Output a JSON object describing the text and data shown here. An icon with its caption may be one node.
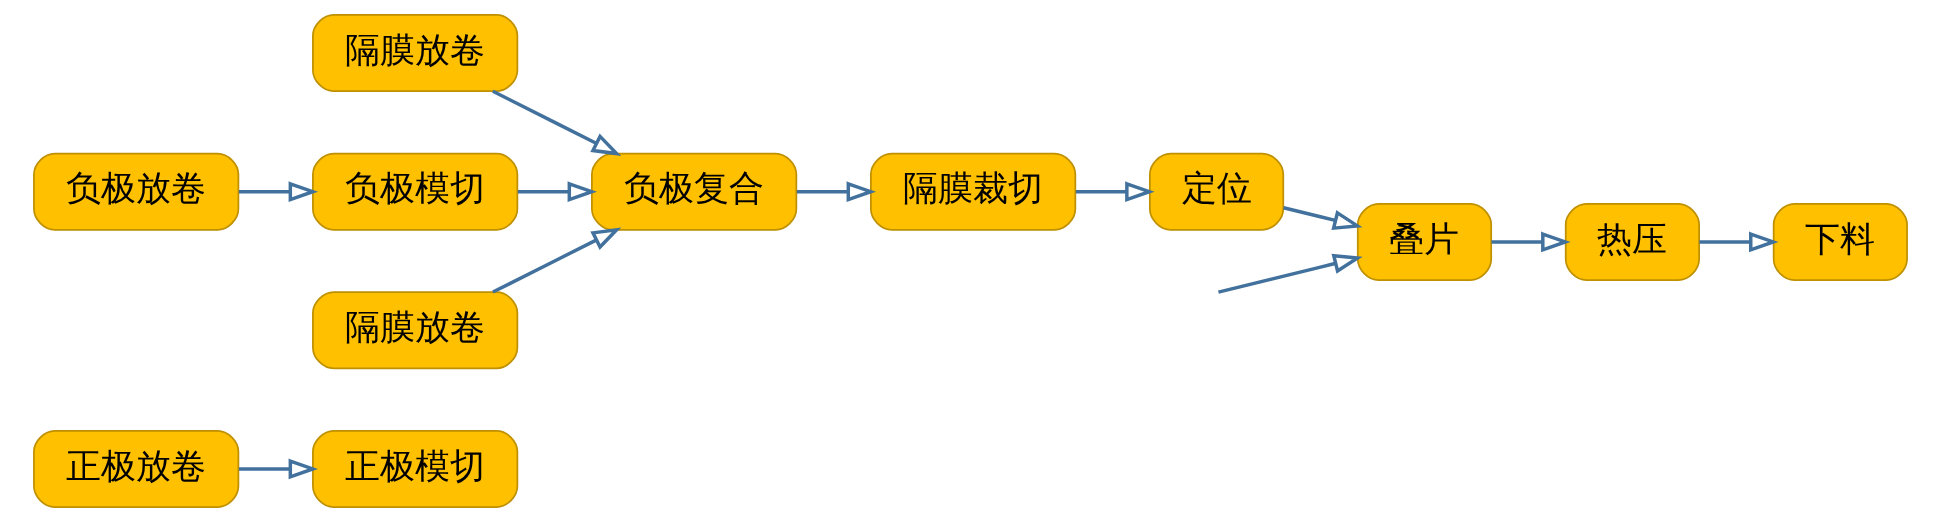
{
  "diagram": {
    "nodes": [
      {
        "text": [
          "正极放卷"
        ]
      },
      {
        "text": [
          "正极模切"
        ]
      },
      {
        "text": [
          "隔膜放卷"
        ]
      },
      {
        "text": [
          "负极放卷"
        ]
      },
      {
        "text": [
          "负极模切"
        ]
      },
      {
        "text": [
          "负极复合"
        ]
      },
      {
        "text": [
          "隔膜裁切"
        ]
      },
      {
        "text": [
          "定位"
        ]
      },
      {
        "text": [
          "叠片"
        ]
      },
      {
        "text": [
          "热压"
        ]
      },
      {
        "text": [
          "下料"
        ]
      },
      {
        "text": [
          "隔膜放卷"
        ]
      }
    ],
    "edges": [
      {
        "from": 0,
        "to": 1,
        "arrow": "to"
      },
      {
        "from": 2,
        "to": 5,
        "arrow": "to"
      },
      {
        "from": 3,
        "to": 4,
        "arrow": "to"
      },
      {
        "from": 4,
        "to": 5,
        "arrow": "to"
      },
      {
        "from": 5,
        "to": 6,
        "arrow": "to"
      },
      {
        "from": 6,
        "to": 7,
        "arrow": "to"
      },
      {
        "from": 7,
        "to": 8,
        "arrow": "to"
      },
      {
        "from": null,
        "to": 8,
        "arrow": "to"
      },
      {
        "from": 8,
        "to": 9,
        "arrow": "to"
      },
      {
        "from": 9,
        "to": 10,
        "arrow": "to"
      },
      {
        "from": 11,
        "to": 5,
        "arrow": "to"
      }
    ]
  }
}
